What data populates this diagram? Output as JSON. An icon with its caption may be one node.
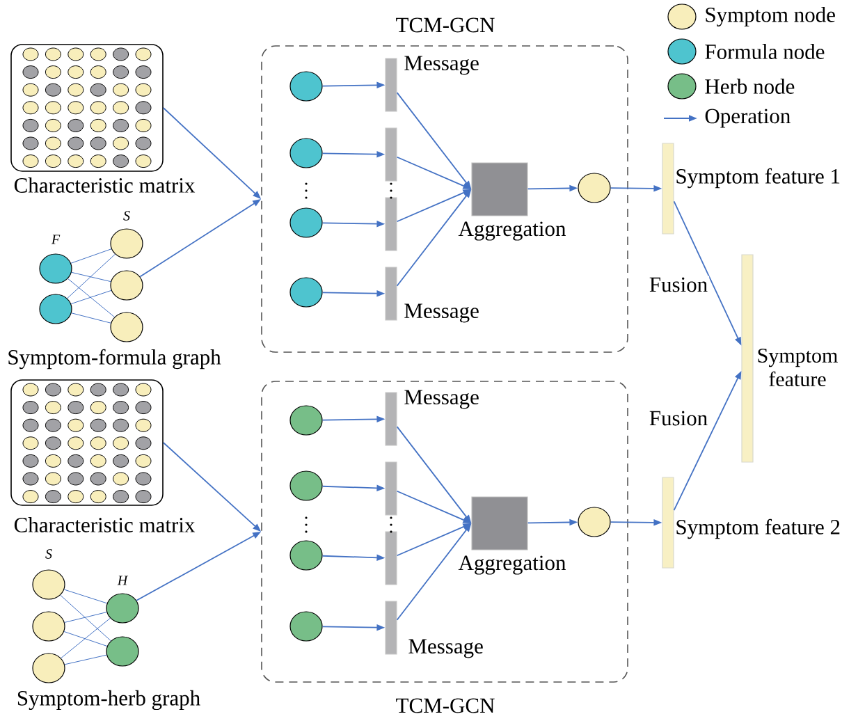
{
  "diagram": {
    "nodes": [
      {
        "text": [
          "Characteristic matrix"
        ]
      },
      {
        "text": [],
        "shape": "circle",
        "beside": [
          "F"
        ]
      },
      {
        "text": [],
        "shape": "circle"
      },
      {
        "text": [],
        "shape": "circle",
        "beside": [
          "S"
        ]
      },
      {
        "text": [],
        "shape": "circle"
      },
      {
        "text": [],
        "shape": "circle"
      },
      {
        "text": [
          "TCM-GCN"
        ]
      },
      {
        "text": [],
        "shape": "circle",
        "in": 6
      },
      {
        "text": [],
        "shape": "circle",
        "in": 6
      },
      {
        "text": [],
        "shape": "circle",
        "in": 6
      },
      {
        "text": [],
        "shape": "circle",
        "in": 6
      },
      {
        "text": [],
        "shape": "bar",
        "in": 6,
        "beside": [
          "Message"
        ]
      },
      {
        "text": [],
        "shape": "bar",
        "in": 6
      },
      {
        "text": [],
        "shape": "bar",
        "in": 6
      },
      {
        "text": [],
        "shape": "bar",
        "in": 6,
        "beside": [
          "Message"
        ]
      },
      {
        "text": [],
        "shape": "box",
        "in": 6,
        "beside": [
          "Aggregation"
        ]
      },
      {
        "text": [],
        "shape": "circle",
        "in": 6
      },
      {
        "text": [],
        "shape": "bar",
        "beside": [
          "Symptom feature 1"
        ]
      },
      {
        "text": [],
        "shape": "bar",
        "beside": [
          "Symptom feature"
        ]
      },
      {
        "text": [
          "Characteristic matrix"
        ]
      },
      {
        "text": [],
        "shape": "circle",
        "beside": [
          "S"
        ]
      },
      {
        "text": [],
        "shape": "circle"
      },
      {
        "text": [],
        "shape": "circle"
      },
      {
        "text": [],
        "shape": "circle",
        "beside": [
          "H"
        ]
      },
      {
        "text": [],
        "shape": "circle"
      },
      {
        "text": [
          "TCM-GCN"
        ]
      },
      {
        "text": [],
        "shape": "circle",
        "in": 25
      },
      {
        "text": [],
        "shape": "circle",
        "in": 25
      },
      {
        "text": [],
        "shape": "circle",
        "in": 25
      },
      {
        "text": [],
        "shape": "circle",
        "in": 25
      },
      {
        "text": [],
        "shape": "bar",
        "in": 25,
        "beside": [
          "Message"
        ]
      },
      {
        "text": [],
        "shape": "bar",
        "in": 25
      },
      {
        "text": [],
        "shape": "bar",
        "in": 25
      },
      {
        "text": [],
        "shape": "bar",
        "in": 25,
        "beside": [
          "Message"
        ]
      },
      {
        "text": [],
        "shape": "box",
        "in": 25,
        "beside": [
          "Aggregation"
        ]
      },
      {
        "text": [],
        "shape": "circle",
        "in": 25
      },
      {
        "text": [],
        "shape": "bar",
        "beside": [
          "Symptom feature 2"
        ]
      }
    ],
    "edges": [
      {
        "from": 0,
        "to": 6,
        "arrow": "to"
      },
      {
        "from": 1,
        "to": 3,
        "arrow": "none"
      },
      {
        "from": 1,
        "to": 4,
        "arrow": "none"
      },
      {
        "from": 1,
        "to": 5,
        "arrow": "none"
      },
      {
        "from": 2,
        "to": 3,
        "arrow": "none"
      },
      {
        "from": 2,
        "to": 4,
        "arrow": "none"
      },
      {
        "from": 2,
        "to": 5,
        "arrow": "none"
      },
      {
        "from": 4,
        "to": 6,
        "arrow": "to"
      },
      {
        "from": 7,
        "to": 11,
        "arrow": "to"
      },
      {
        "from": 8,
        "to": 12,
        "arrow": "to"
      },
      {
        "from": 9,
        "to": 13,
        "arrow": "to"
      },
      {
        "from": 10,
        "to": 14,
        "arrow": "to"
      },
      {
        "from": 11,
        "to": 15,
        "arrow": "to"
      },
      {
        "from": 12,
        "to": 15,
        "arrow": "to"
      },
      {
        "from": 13,
        "to": 15,
        "arrow": "to"
      },
      {
        "from": 14,
        "to": 15,
        "arrow": "to"
      },
      {
        "from": 15,
        "to": 16,
        "arrow": "to"
      },
      {
        "from": 16,
        "to": 17,
        "arrow": "to"
      },
      {
        "from": 17,
        "to": 18,
        "arrow": "to",
        "label": "Fusion"
      },
      {
        "from": 19,
        "to": 25,
        "arrow": "to"
      },
      {
        "from": 20,
        "to": 23,
        "arrow": "none"
      },
      {
        "from": 20,
        "to": 24,
        "arrow": "none"
      },
      {
        "from": 21,
        "to": 23,
        "arrow": "none"
      },
      {
        "from": 21,
        "to": 24,
        "arrow": "none"
      },
      {
        "from": 22,
        "to": 23,
        "arrow": "none"
      },
      {
        "from": 22,
        "to": 24,
        "arrow": "none"
      },
      {
        "from": 23,
        "to": 25,
        "arrow": "to"
      },
      {
        "from": 26,
        "to": 30,
        "arrow": "to"
      },
      {
        "from": 27,
        "to": 31,
        "arrow": "to"
      },
      {
        "from": 28,
        "to": 32,
        "arrow": "to"
      },
      {
        "from": 29,
        "to": 33,
        "arrow": "to"
      },
      {
        "from": 30,
        "to": 34,
        "arrow": "to"
      },
      {
        "from": 31,
        "to": 34,
        "arrow": "to"
      },
      {
        "from": 32,
        "to": 34,
        "arrow": "to"
      },
      {
        "from": 33,
        "to": 34,
        "arrow": "to"
      },
      {
        "from": 34,
        "to": 35,
        "arrow": "to"
      },
      {
        "from": 35,
        "to": 36,
        "arrow": "to"
      },
      {
        "from": 36,
        "to": 18,
        "arrow": "to",
        "label": "Fusion"
      }
    ],
    "labels": [
      "Symptom-formula graph",
      "Symptom-herb graph"
    ],
    "legend": [
      {
        "text": "Symptom node",
        "color": "#f8eebb"
      },
      {
        "text": "Formula node",
        "color": "#4ec4cf"
      },
      {
        "text": "Herb node",
        "color": "#77be88"
      },
      {
        "text": "Operation"
      }
    ]
  }
}
